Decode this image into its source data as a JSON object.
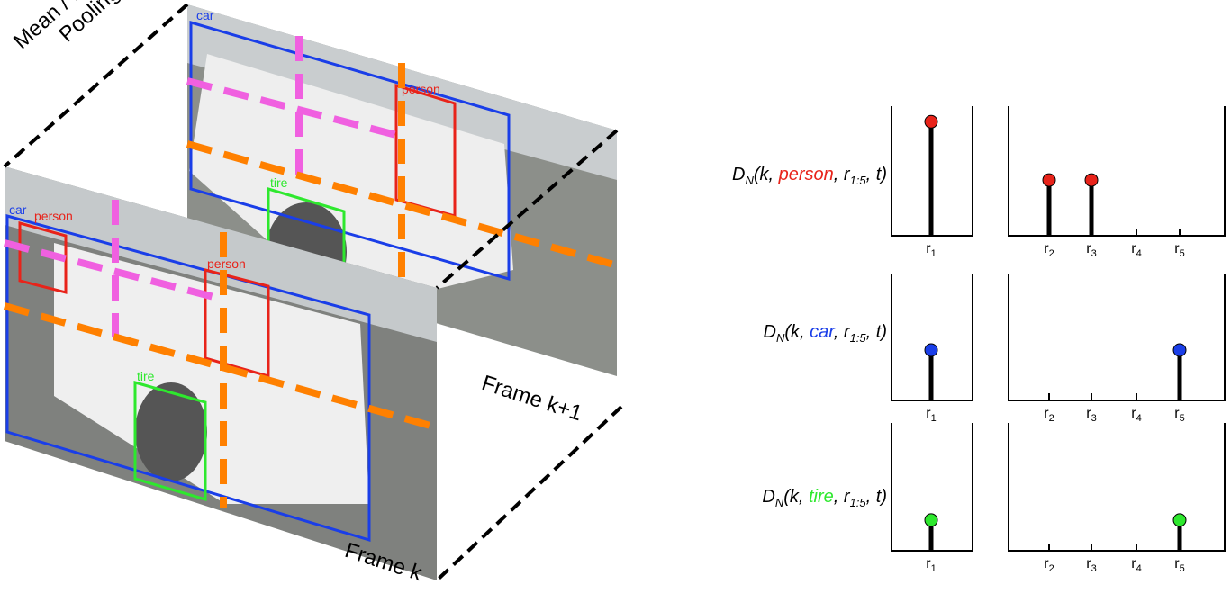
{
  "labels": {
    "pooling_line1": "Mean / Max",
    "pooling_line2": "Pooling",
    "frame_k": "Frame k",
    "frame_k1": "Frame k+1"
  },
  "detections": {
    "back_frame": [
      "car",
      "person",
      "tire"
    ],
    "front_frame": [
      "car",
      "person",
      "person",
      "tire"
    ]
  },
  "colors": {
    "person": "#e8231a",
    "car": "#1a3ee8",
    "tire": "#2ee82e",
    "pooling_vertical": "#f060e0",
    "pooling_horizontal": "#ff8000"
  },
  "rows": [
    {
      "prefix": "D",
      "sub": "N",
      "open": "(k, ",
      "cls": "person",
      "mid": ", r",
      "range": "1:5",
      "close": ", t)",
      "color": "#e8231a",
      "r1": 0.88,
      "others": [
        0.43,
        0.43,
        0,
        0
      ]
    },
    {
      "prefix": "D",
      "sub": "N",
      "open": "(k, ",
      "cls": "car",
      "mid": ", r",
      "range": "1:5",
      "close": ", t)",
      "color": "#1a3ee8",
      "r1": 0.4,
      "others": [
        0,
        0,
        0,
        0.4
      ]
    },
    {
      "prefix": "D",
      "sub": "N",
      "open": "(k, ",
      "cls": "tire",
      "mid": ", r",
      "range": "1:5",
      "close": ", t)",
      "color": "#2ee82e",
      "r1": 0.24,
      "others": [
        0,
        0,
        0,
        0.24
      ]
    }
  ],
  "ticks": {
    "r1": [
      "r",
      "1"
    ],
    "others": [
      [
        "r",
        "2"
      ],
      [
        "r",
        "3"
      ],
      [
        "r",
        "4"
      ],
      [
        "r",
        "5"
      ]
    ]
  }
}
